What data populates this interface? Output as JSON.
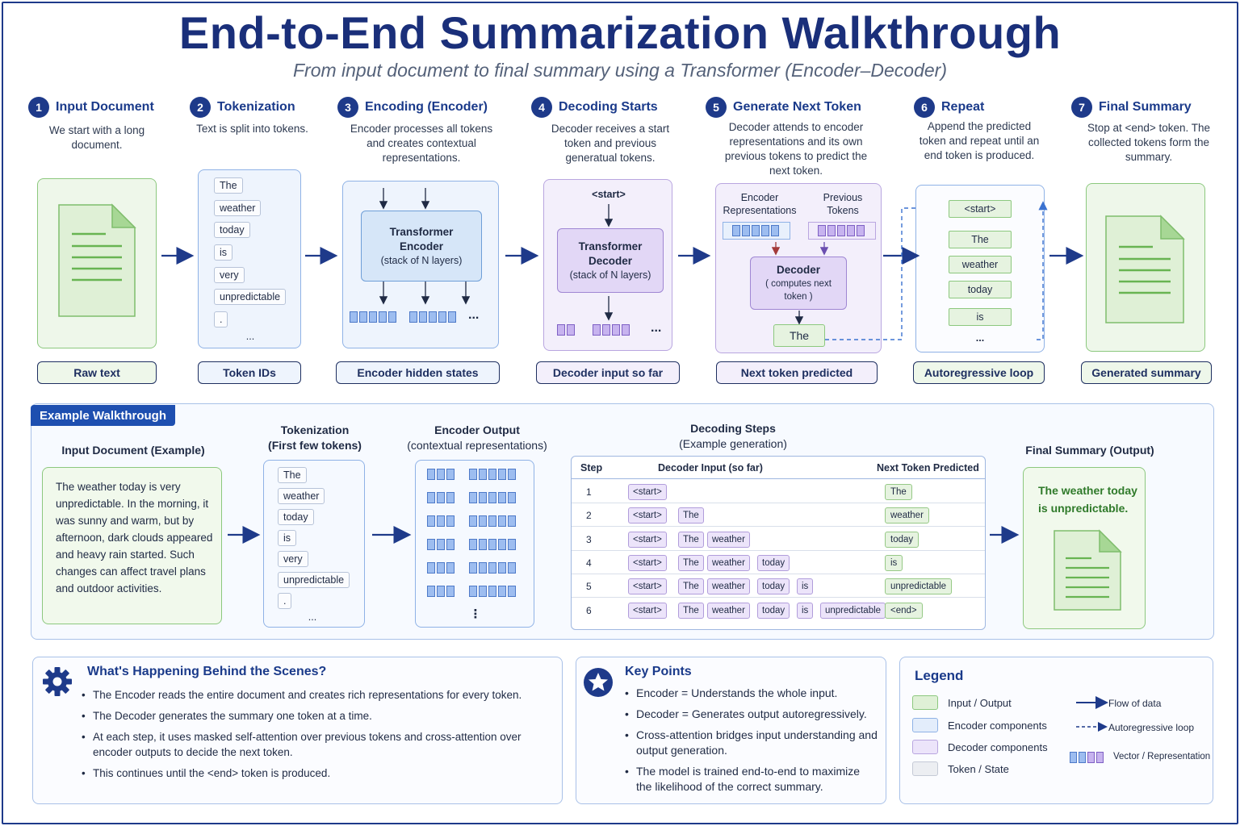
{
  "title": "End-to-End Summarization Walkthrough",
  "subtitle": "From input document to final summary using a Transformer (Encoder–Decoder)",
  "steps": [
    {
      "num": "1",
      "title": "Input Document",
      "desc": "We start with a long document.",
      "tag": "Raw text"
    },
    {
      "num": "2",
      "title": "Tokenization",
      "desc": "Text is split into tokens.",
      "tag": "Token IDs"
    },
    {
      "num": "3",
      "title": "Encoding (Encoder)",
      "desc": "Encoder processes all tokens and creates contextual representations.",
      "tag": "Encoder hidden states"
    },
    {
      "num": "4",
      "title": "Decoding Starts",
      "desc": "Decoder receives a start token and previous generatual tokens.",
      "tag": "Decoder input so far"
    },
    {
      "num": "5",
      "title": "Generate Next Token",
      "desc": "Decoder attends to encoder representations and its own previous tokens to predict the next token.",
      "tag": "Next token predicted"
    },
    {
      "num": "6",
      "title": "Repeat",
      "desc": "Append the predicted token and repeat until an end token is produced.",
      "tag": "Autoregressive loop"
    },
    {
      "num": "7",
      "title": "Final Summary",
      "desc": "Stop at <end> token. The collected tokens form the summary.",
      "tag": "Generated summary"
    }
  ],
  "tokens_top": [
    "The",
    "weather",
    "today",
    "is",
    "very",
    "unpredictable",
    ".",
    "..."
  ],
  "encoder_box": {
    "title": "Transformer Encoder",
    "sub": "(stack of N layers)"
  },
  "decoder_box": {
    "start": "<start>",
    "title": "Transformer Decoder",
    "sub": "(stack of N layers)"
  },
  "next_token": {
    "enc_label": "Encoder Representations",
    "prev_label": "Previous Tokens",
    "title": "Decoder",
    "sub": "( computes next token )",
    "out": "The"
  },
  "repeat_tokens": [
    "<start>",
    "The",
    "weather",
    "today",
    "is",
    "..."
  ],
  "ellipsis": "...",
  "example": {
    "badge": "Example Walkthrough",
    "input_title": "Input Document (Example)",
    "input_text": "The weather today is very unpredictable. In the morning, it was sunny and warm, but by afternoon, dark clouds appeared and heavy rain started. Such changes can affect travel plans and outdoor activities.",
    "tok_title_1": "Tokenization",
    "tok_title_2": "(First few tokens)",
    "tokens": [
      "The",
      "weather",
      "today",
      "is",
      "very",
      "unpredictable",
      ".",
      "..."
    ],
    "enc_title_1": "Encoder Output",
    "enc_title_2": "(contextual representations)",
    "enc_more": "⋮",
    "dec_title_1": "Decoding Steps",
    "dec_title_2": "(Example generation)",
    "table_headers": [
      "Step",
      "Decoder Input (so far)",
      "Next Token Predicted"
    ],
    "table_rows": [
      {
        "step": "1",
        "inputs": [
          "<start>"
        ],
        "next": "The"
      },
      {
        "step": "2",
        "inputs": [
          "<start>",
          "The"
        ],
        "next": "weather"
      },
      {
        "step": "3",
        "inputs": [
          "<start>",
          "The",
          "weather"
        ],
        "next": "today"
      },
      {
        "step": "4",
        "inputs": [
          "<start>",
          "The",
          "weather",
          "today"
        ],
        "next": "is"
      },
      {
        "step": "5",
        "inputs": [
          "<start>",
          "The",
          "weather",
          "today",
          "is"
        ],
        "next": "unpredictable"
      },
      {
        "step": "6",
        "inputs": [
          "<start>",
          "The",
          "weather",
          "today",
          "is",
          "unpredictable"
        ],
        "next": "<end>"
      }
    ],
    "final_title": "Final Summary (Output)",
    "final_text": "The weather today is unpredictable."
  },
  "behind": {
    "title": "What's Happening Behind the Scenes?",
    "items": [
      "The Encoder reads the entire document and creates rich representations for every token.",
      "The Decoder generates the summary one token at a time.",
      "At each step, it uses masked self-attention over previous tokens and cross-attention over encoder outputs to decide the next token.",
      "This continues until the <end> token is produced."
    ]
  },
  "key_points": {
    "title": "Key Points",
    "items": [
      "Encoder = Understands the whole input.",
      "Decoder = Generates output autoregressively.",
      "Cross-attention bridges input understanding and output generation.",
      "The model is trained end-to-end to maximize the likelihood of the correct summary."
    ]
  },
  "legend": {
    "title": "Legend",
    "items": [
      "Input / Output",
      "Encoder components",
      "Decoder components",
      "Token / State"
    ],
    "lines": [
      "Flow of data",
      "Autoregressive loop",
      "Vector / Representation"
    ]
  },
  "colors": {
    "accent": "#1e3a8a",
    "green": "#8cc87e",
    "blue": "#8fb2e6",
    "purple": "#b9a6e0",
    "gray": "#c5cad6"
  }
}
